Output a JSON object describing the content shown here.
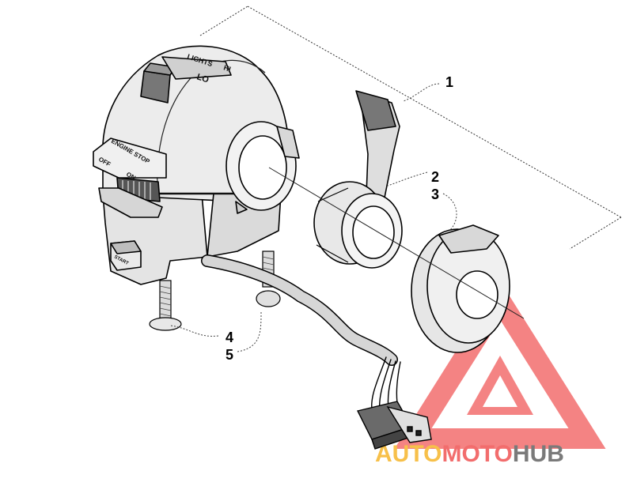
{
  "callouts": [
    "1",
    "2",
    "3",
    "4",
    "5"
  ],
  "housing_labels": {
    "lights": "LIGHTS",
    "hi": "HI",
    "lo": "LO",
    "engine_stop": "ENGINE STOP",
    "off": "OFF",
    "on": "ON",
    "start": "START"
  },
  "watermark": {
    "part1": "AUTO",
    "part2": "MOTO",
    "part3": "HUB",
    "colors": {
      "yellow": "#f7c04a",
      "red": "#f26d6d",
      "gray": "#7a7a7a"
    }
  }
}
